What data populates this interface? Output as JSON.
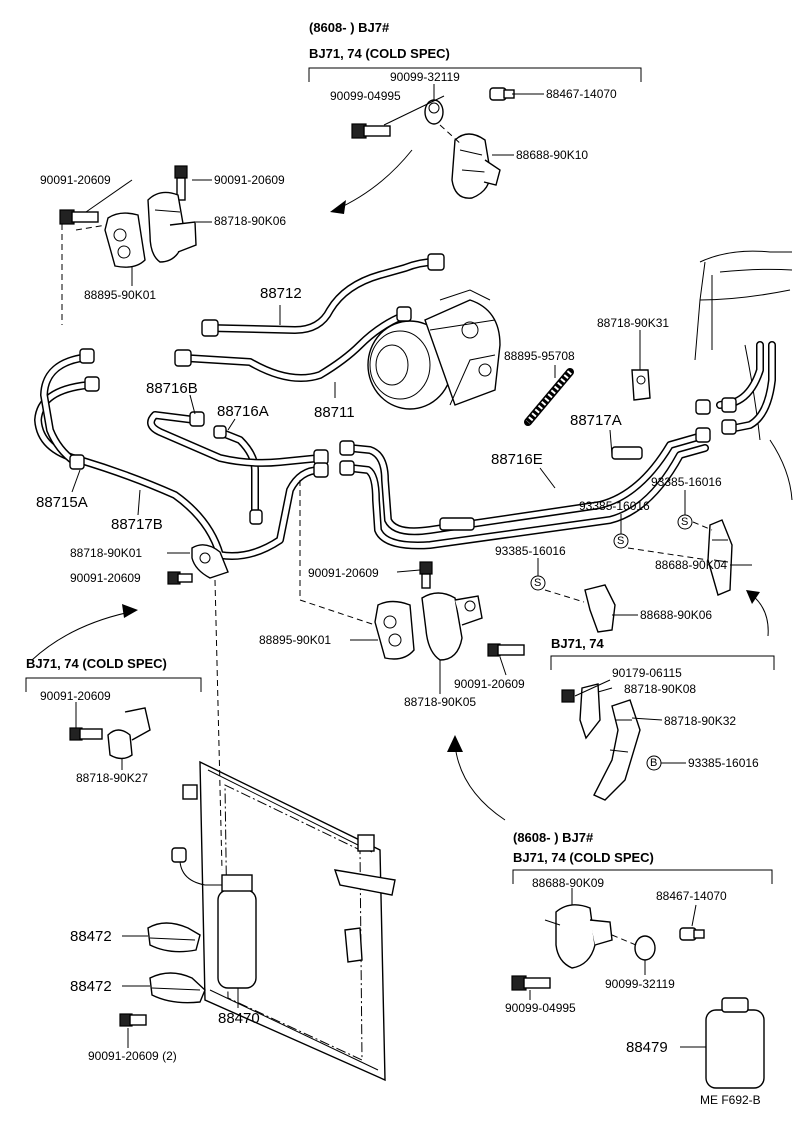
{
  "groups": {
    "top_header_line1": "(8608-        ) BJ7#",
    "top_header_line2": "BJ71, 74 (COLD  SPEC)",
    "left_header": "BJ71, 74 (COLD SPEC)",
    "right_header": "BJ71, 74",
    "bottom_header_line1": "(8608-        ) BJ7#",
    "bottom_header_line2": "BJ71, 74 (COLD  SPEC)"
  },
  "labels": {
    "p_90099_32119_top": "90099-32119",
    "p_90099_04995_top": "90099-04995",
    "p_88467_14070_top": "88467-14070",
    "p_88688_90K10": "88688-90K10",
    "p_90091_20609_a": "90091-20609",
    "p_90091_20609_b": "90091-20609",
    "p_88718_90K06_top": "88718-90K06",
    "p_88895_90K01_top": "88895-90K01",
    "p_88712": "88712",
    "p_88711": "88711",
    "p_88716B": "88716B",
    "p_88716A": "88716A",
    "p_88895_95708": "88895-95708",
    "p_88718_90K31": "88718-90K31",
    "p_88717A": "88717A",
    "p_88716E": "88716E",
    "p_88715A": "88715A",
    "p_88717B": "88717B",
    "p_88718_90K01": "88718-90K01",
    "p_90091_20609_c": "90091-20609",
    "p_93385_16016_a": "93385-16016",
    "p_93385_16016_b": "93385-16016",
    "p_93385_16016_c": "93385-16016",
    "p_88688_90K04": "88688-90K04",
    "p_88688_90K06": "88688-90K06",
    "p_90091_20609_d": "90091-20609",
    "p_88895_90K01_mid": "88895-90K01",
    "p_90091_20609_e": "90091-20609",
    "p_88718_90K05": "88718-90K05",
    "p_90091_20609_f": "90091-20609",
    "p_88718_90K27": "88718-90K27",
    "p_90179_06115": "90179-06115",
    "p_88718_90K08": "88718-90K08",
    "p_88718_90K32": "88718-90K32",
    "p_93385_16016_d": "93385-16016",
    "p_88688_90K09": "88688-90K09",
    "p_88467_14070_bot": "88467-14070",
    "p_90099_32119_bot": "90099-32119",
    "p_90099_04995_bot": "90099-04995",
    "p_88472_a": "88472",
    "p_88472_b": "88472",
    "p_88470": "88470",
    "p_90091_20609_2": "90091-20609 (2)",
    "p_88479": "88479",
    "marker_S_a": "S",
    "marker_S_b": "S",
    "marker_S_c": "S",
    "marker_B": "B",
    "footer_code": "ME   F692-B"
  }
}
